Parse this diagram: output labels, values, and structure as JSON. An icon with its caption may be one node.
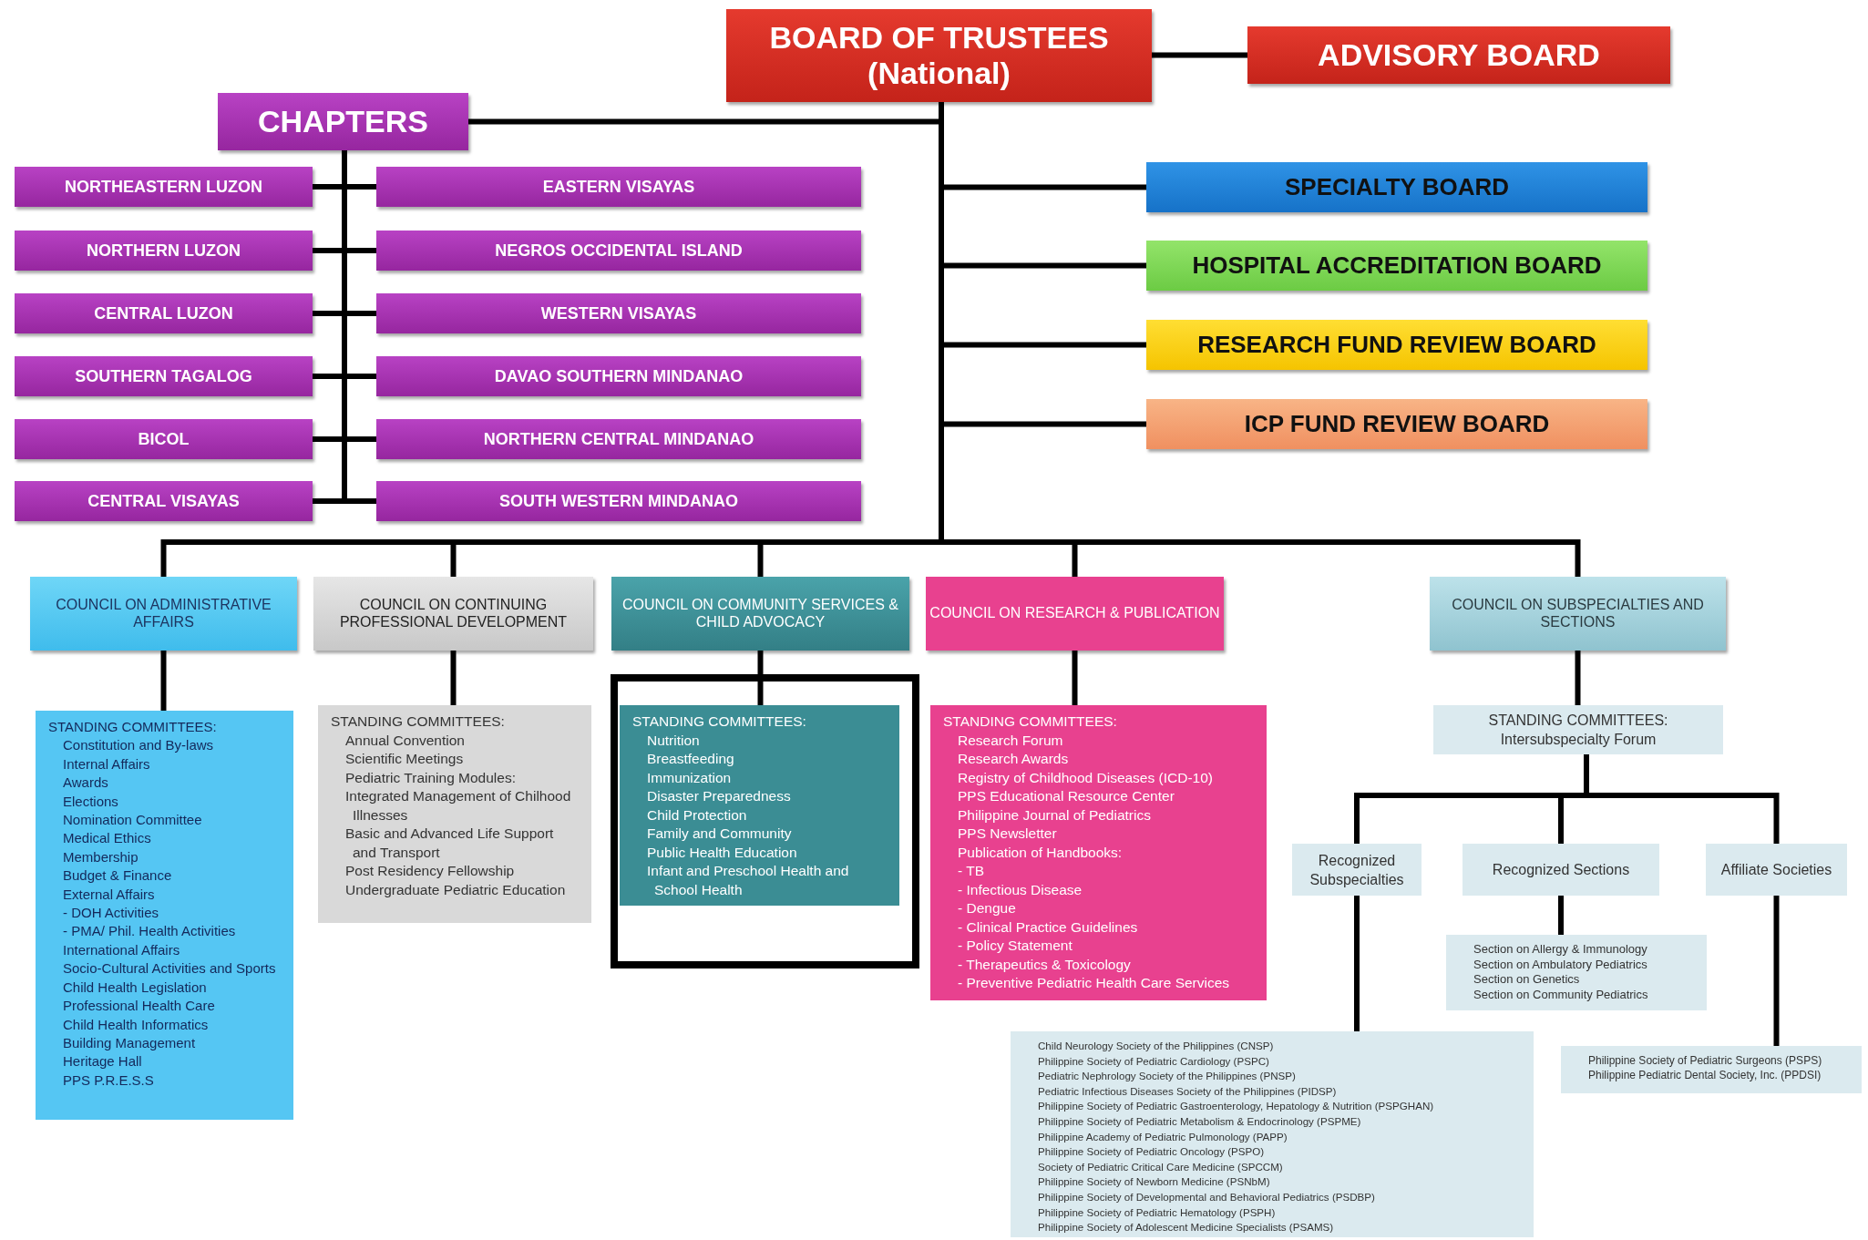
{
  "diagram": {
    "nodes": [
      {
        "text": [
          "BOARD OF TRUSTEES",
          "(National)"
        ]
      },
      {
        "text": [
          "ADVISORY BOARD"
        ]
      },
      {
        "text": [
          "CHAPTERS"
        ]
      },
      {
        "text": [
          "NORTHEASTERN LUZON"
        ]
      },
      {
        "text": [
          "EASTERN VISAYAS"
        ]
      },
      {
        "text": [
          "NORTHERN LUZON"
        ]
      },
      {
        "text": [
          "NEGROS OCCIDENTAL ISLAND"
        ]
      },
      {
        "text": [
          "CENTRAL LUZON"
        ]
      },
      {
        "text": [
          "WESTERN VISAYAS"
        ]
      },
      {
        "text": [
          "SOUTHERN TAGALOG"
        ]
      },
      {
        "text": [
          "DAVAO SOUTHERN MINDANAO"
        ]
      },
      {
        "text": [
          "BICOL"
        ]
      },
      {
        "text": [
          "NORTHERN CENTRAL MINDANAO"
        ]
      },
      {
        "text": [
          "CENTRAL VISAYAS"
        ]
      },
      {
        "text": [
          "SOUTH WESTERN MINDANAO"
        ]
      },
      {
        "text": [
          "SPECIALTY BOARD"
        ]
      },
      {
        "text": [
          "HOSPITAL ACCREDITATION BOARD"
        ]
      },
      {
        "text": [
          "RESEARCH FUND REVIEW BOARD"
        ]
      },
      {
        "text": [
          "ICP FUND REVIEW BOARD"
        ]
      },
      {
        "text": [
          "COUNCIL ON ADMINISTRATIVE AFFAIRS"
        ]
      },
      {
        "text": [
          "COUNCIL ON CONTINUING PROFESSIONAL DEVELOPMENT"
        ]
      },
      {
        "text": [
          "COUNCIL ON COMMUNITY SERVICES & CHILD ADVOCACY"
        ]
      },
      {
        "text": [
          "COUNCIL ON RESEARCH & PUBLICATION"
        ]
      },
      {
        "text": [
          "COUNCIL ON SUBSPECIALTIES AND SECTIONS"
        ]
      },
      {
        "text": [
          "STANDING COMMITTEES:",
          "Constitution and By-laws",
          "Internal Affairs",
          "Awards",
          "Elections",
          "Nomination Committee",
          "Medical Ethics",
          "Membership",
          "Budget & Finance",
          "External Affairs",
          "- DOH Activities",
          "- PMA/ Phil. Health Activities",
          "International Affairs",
          "Socio-Cultural Activities and Sports",
          "Child Health Legislation",
          "Professional Health Care",
          "Child Health Informatics",
          "Building Management",
          "Heritage Hall",
          "PPS P.R.E.S.S"
        ]
      },
      {
        "text": [
          "STANDING COMMITTEES:",
          "Annual Convention",
          "Scientific Meetings",
          "Pediatric Training Modules:",
          "Integrated Management of Chilhood Illnesses",
          "Basic and Advanced Life Support and Transport",
          "Post Residency Fellowship",
          "Undergraduate Pediatric Education"
        ]
      },
      {
        "text": [
          "STANDING COMMITTEES:",
          "Nutrition",
          "Breastfeeding",
          "Immunization",
          "Disaster Preparedness",
          "Child Protection",
          "Family and Community",
          "Public Health Education",
          "Infant and Preschool Health and School Health"
        ]
      },
      {
        "text": [
          "STANDING COMMITTEES:",
          "Research Forum",
          "Research Awards",
          "Registry of Childhood Diseases (ICD-10)",
          "PPS Educational Resource Center",
          "Philippine Journal of Pediatrics",
          "PPS Newsletter",
          "Publication of Handbooks:",
          "- TB",
          "- Infectious Disease",
          "- Dengue",
          "- Clinical Practice Guidelines",
          "- Policy Statement",
          "- Therapeutics & Toxicology",
          "- Preventive Pediatric Health Care Services"
        ]
      },
      {
        "text": [
          "STANDING COMMITTEES:",
          "Intersubspecialty Forum"
        ]
      },
      {
        "text": [
          "Recognized Subspecialties"
        ]
      },
      {
        "text": [
          "Recognized Sections"
        ]
      },
      {
        "text": [
          "Affiliate Societies"
        ]
      },
      {
        "text": [
          "Section on Allergy & Immunology",
          "Section on Ambulatory Pediatrics",
          "Section on Genetics",
          "Section on Community Pediatrics"
        ]
      },
      {
        "text": [
          "Child Neurology Society of the Philippines (CNSP)",
          "Philippine Society of Pediatric Cardiology (PSPC)",
          "Pediatric Nephrology Society of the Philippines (PNSP)",
          "Pediatric Infectious Diseases Society of the Philippines (PIDSP)",
          "Philippine Society of Pediatric Gastroenterology, Hepatology & Nutrition (PSPGHAN)",
          "Philippine Society of Pediatric Metabolism & Endocrinology (PSPME)",
          "Philippine Academy of Pediatric Pulmonology (PAPP)",
          "Philippine Society of Pediatric Oncology (PSPO)",
          "Society of Pediatric Critical Care Medicine (SPCCM)",
          "Philippine Society of Newborn Medicine (PSNbM)",
          "Philippine Society of Developmental and Behavioral Pediatrics (PSDBP)",
          "Philippine Society of Pediatric Hematology (PSPH)",
          "Philippine Society of Adolescent Medicine Specialists (PSAMS)"
        ]
      },
      {
        "text": [
          "Philippine Society of Pediatric Surgeons (PSPS)",
          "Philippine Pediatric Dental Society, Inc. (PPDSI)"
        ]
      }
    ],
    "edges": [
      {
        "from": 0,
        "to": 1,
        "arrow": "none"
      },
      {
        "from": 0,
        "to": 2,
        "arrow": "none"
      },
      {
        "from": 2,
        "to": 3,
        "arrow": "none"
      },
      {
        "from": 2,
        "to": 4,
        "arrow": "none"
      },
      {
        "from": 2,
        "to": 5,
        "arrow": "none"
      },
      {
        "from": 2,
        "to": 6,
        "arrow": "none"
      },
      {
        "from": 2,
        "to": 7,
        "arrow": "none"
      },
      {
        "from": 2,
        "to": 8,
        "arrow": "none"
      },
      {
        "from": 2,
        "to": 9,
        "arrow": "none"
      },
      {
        "from": 2,
        "to": 10,
        "arrow": "none"
      },
      {
        "from": 2,
        "to": 11,
        "arrow": "none"
      },
      {
        "from": 2,
        "to": 12,
        "arrow": "none"
      },
      {
        "from": 2,
        "to": 13,
        "arrow": "none"
      },
      {
        "from": 2,
        "to": 14,
        "arrow": "none"
      },
      {
        "from": 0,
        "to": 15,
        "arrow": "none"
      },
      {
        "from": 0,
        "to": 16,
        "arrow": "none"
      },
      {
        "from": 0,
        "to": 17,
        "arrow": "none"
      },
      {
        "from": 0,
        "to": 18,
        "arrow": "none"
      },
      {
        "from": 0,
        "to": 19,
        "arrow": "none"
      },
      {
        "from": 0,
        "to": 20,
        "arrow": "none"
      },
      {
        "from": 0,
        "to": 21,
        "arrow": "none"
      },
      {
        "from": 0,
        "to": 22,
        "arrow": "none"
      },
      {
        "from": 0,
        "to": 23,
        "arrow": "none"
      },
      {
        "from": 19,
        "to": 24,
        "arrow": "none"
      },
      {
        "from": 20,
        "to": 25,
        "arrow": "none"
      },
      {
        "from": 21,
        "to": 26,
        "arrow": "none"
      },
      {
        "from": 22,
        "to": 27,
        "arrow": "none"
      },
      {
        "from": 23,
        "to": 28,
        "arrow": "none"
      },
      {
        "from": 28,
        "to": 29,
        "arrow": "none"
      },
      {
        "from": 28,
        "to": 30,
        "arrow": "none"
      },
      {
        "from": 28,
        "to": 31,
        "arrow": "none"
      },
      {
        "from": 30,
        "to": 32,
        "arrow": "none"
      },
      {
        "from": 29,
        "to": 33,
        "arrow": "none"
      },
      {
        "from": 31,
        "to": 34,
        "arrow": "none"
      }
    ]
  }
}
